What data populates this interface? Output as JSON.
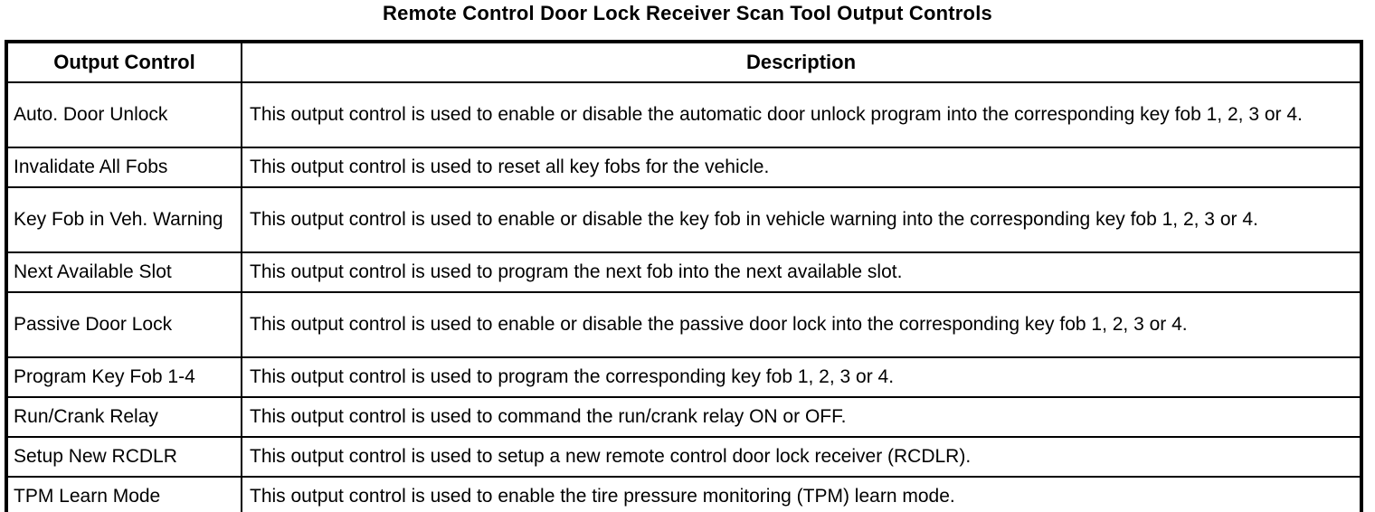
{
  "page": {
    "title": "Remote Control Door Lock Receiver Scan Tool Output Controls"
  },
  "colors": {
    "text": "#000000",
    "border": "#000000",
    "background": "#ffffff"
  },
  "table": {
    "headers": {
      "control": "Output Control",
      "description": "Description"
    },
    "rows": [
      {
        "control": "Auto. Door Unlock",
        "description": "This output control is used to enable or disable the automatic door unlock program into the corresponding key fob 1, 2, 3 or 4."
      },
      {
        "control": "Invalidate All Fobs",
        "description": "This output control is used to reset all key fobs for the vehicle."
      },
      {
        "control": "Key Fob in Veh. Warning",
        "description": "This output control is used to enable or disable the key fob in vehicle warning into the corresponding key fob 1, 2, 3 or 4."
      },
      {
        "control": "Next Available Slot",
        "description": "This output control is used to program the next fob into the next available slot."
      },
      {
        "control": "Passive Door Lock",
        "description": "This output control is used to enable or disable the passive door lock into the corresponding key fob 1, 2, 3 or 4."
      },
      {
        "control": "Program Key Fob 1-4",
        "description": "This output control is used to program the corresponding key fob 1, 2, 3 or 4."
      },
      {
        "control": "Run/Crank Relay",
        "description": "This output control is used to command the run/crank relay ON or OFF."
      },
      {
        "control": "Setup New RCDLR",
        "description": "This output control is used to setup a new remote control door lock receiver (RCDLR)."
      },
      {
        "control": "TPM Learn Mode",
        "description": "This output control is used to enable the tire pressure monitoring (TPM) learn mode."
      }
    ]
  }
}
